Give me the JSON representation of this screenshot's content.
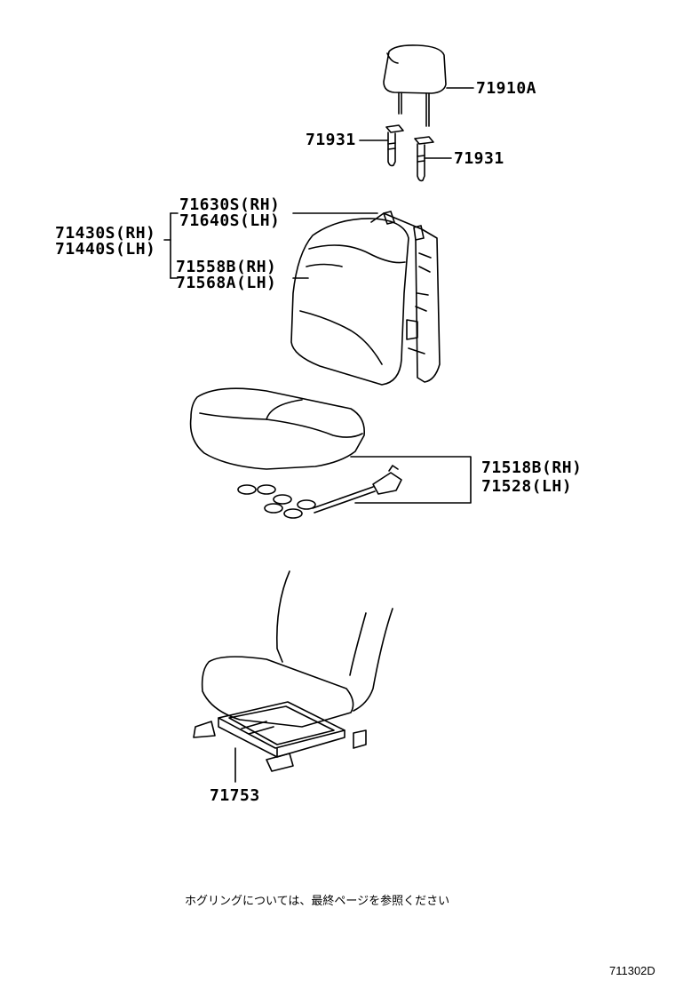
{
  "labels": {
    "headrest": "71910A",
    "headrest_support_left": "71931",
    "headrest_support_right": "71931",
    "back_cover_rh": "71630S(RH)",
    "back_cover_lh": "71640S(LH)",
    "back_assy_rh": "71430S(RH)",
    "back_assy_lh": "71440S(LH)",
    "back_pad_rh": "71558B(RH)",
    "back_pad_lh": "71568A(LH)",
    "cushion_rh": "71518B(RH)",
    "cushion_lh": "71528(LH)",
    "adjuster": "71753"
  },
  "footnote": "ホグリングについては、最終ページを参照ください",
  "diagram_code": "711302D"
}
